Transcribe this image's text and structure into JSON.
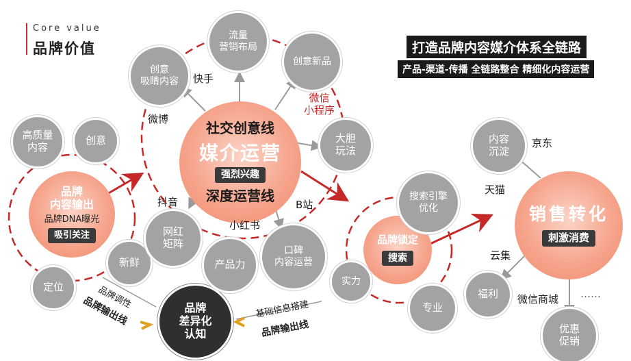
{
  "header": {
    "subtitle_en": "Core value",
    "title": "品牌价值",
    "banner_main": "打造品牌内容媒介体系全链路",
    "banner_sub": "产品-渠道-传播 全链路整合 精细化内容运营"
  },
  "hubs": {
    "brand_output": {
      "title": "品牌\n内容输出",
      "subtitle": "品牌DNA曝光",
      "tag": "吸引关注"
    },
    "media_ops": {
      "top_line": "社交创意线",
      "title": "媒介运营",
      "tag": "强烈兴趣",
      "bottom_line": "深度运营线"
    },
    "brand_lock": {
      "title": "品牌锁定",
      "tag": "搜索"
    },
    "sales": {
      "title": "销售转化",
      "tag": "刺激消费"
    },
    "diff": {
      "title": "品牌\n差异化\n认知"
    }
  },
  "nodes": {
    "quality": "高质量\n内容",
    "creative": "创意",
    "fresh": "新鲜",
    "positioning": "定位",
    "eye_catching": "创意\n吸睛内容",
    "traffic": "流量\n营销布局",
    "new_product": "创意新品",
    "bold_play": "大胆\n玩法",
    "influencer": "网红\n矩阵",
    "product_power": "产品力",
    "word_of_mouth": "口碑\n内容运营",
    "seo": "搜索引擎\n优化",
    "strength": "实力",
    "professional": "专业",
    "content_deposit": "内容\n沉淀",
    "welfare": "福利",
    "discount": "优惠\n促销"
  },
  "labels": {
    "kuaishou": "快手",
    "weibo": "微博",
    "miniprogram": "微信\n小程序",
    "douyin": "抖音",
    "xiaohongshu": "小红书",
    "bilibili": "B站",
    "jd": "京东",
    "tmall": "天猫",
    "yunji": "云集",
    "wechat_mall": "微信商城",
    "ellipsis": "……",
    "tonality": "品牌调性",
    "output_line_left": "品牌输出线",
    "basic_info": "基础信息搭建",
    "output_line_bottom": "品牌输出线"
  },
  "colors": {
    "accent_red": "#c62828",
    "node_grey": "#a3a3a3",
    "hub_salmon": "#f39a80",
    "dark_node": "#2f2f2f"
  }
}
